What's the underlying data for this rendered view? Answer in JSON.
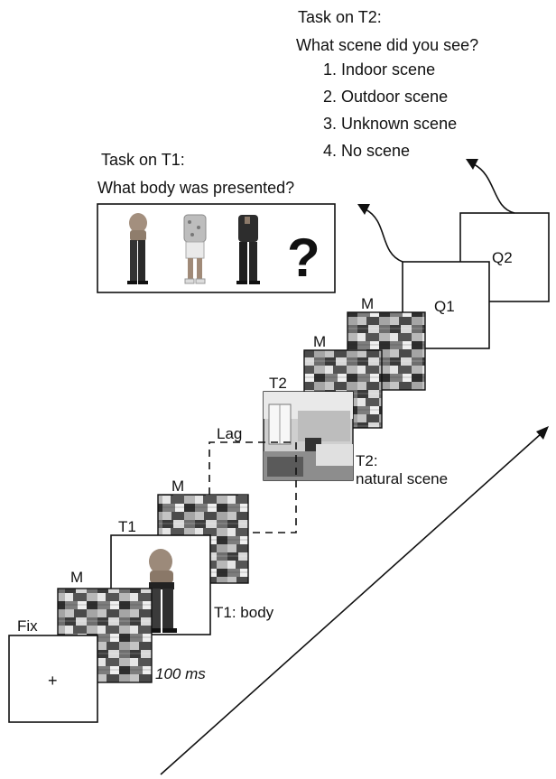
{
  "task_t2": {
    "heading": "Task on T2:",
    "question": "What scene did you see?",
    "options": [
      "1. Indoor scene",
      "2. Outdoor scene",
      "3. Unknown scene",
      "4. No scene"
    ]
  },
  "task_t1": {
    "heading": "Task on T1:",
    "question": "What body was presented?",
    "unknown_mark": "?"
  },
  "frames": {
    "fix": {
      "label": "Fix",
      "symbol": "+"
    },
    "mask1": {
      "label": "M",
      "duration": "100 ms"
    },
    "t1": {
      "label": "T1",
      "caption": "T1: body"
    },
    "mask2": {
      "label": "M"
    },
    "lag": {
      "label": "Lag"
    },
    "t2": {
      "label": "T2",
      "caption_line1": "T2:",
      "caption_line2": "natural scene"
    },
    "mask3": {
      "label": "M"
    },
    "mask4": {
      "label": "M"
    },
    "q1": {
      "label": "Q1"
    },
    "q2": {
      "label": "Q2"
    }
  },
  "colors": {
    "ink": "#111111",
    "mask_dark": "#3a3a3a",
    "mask_light": "#d9d9d9"
  }
}
